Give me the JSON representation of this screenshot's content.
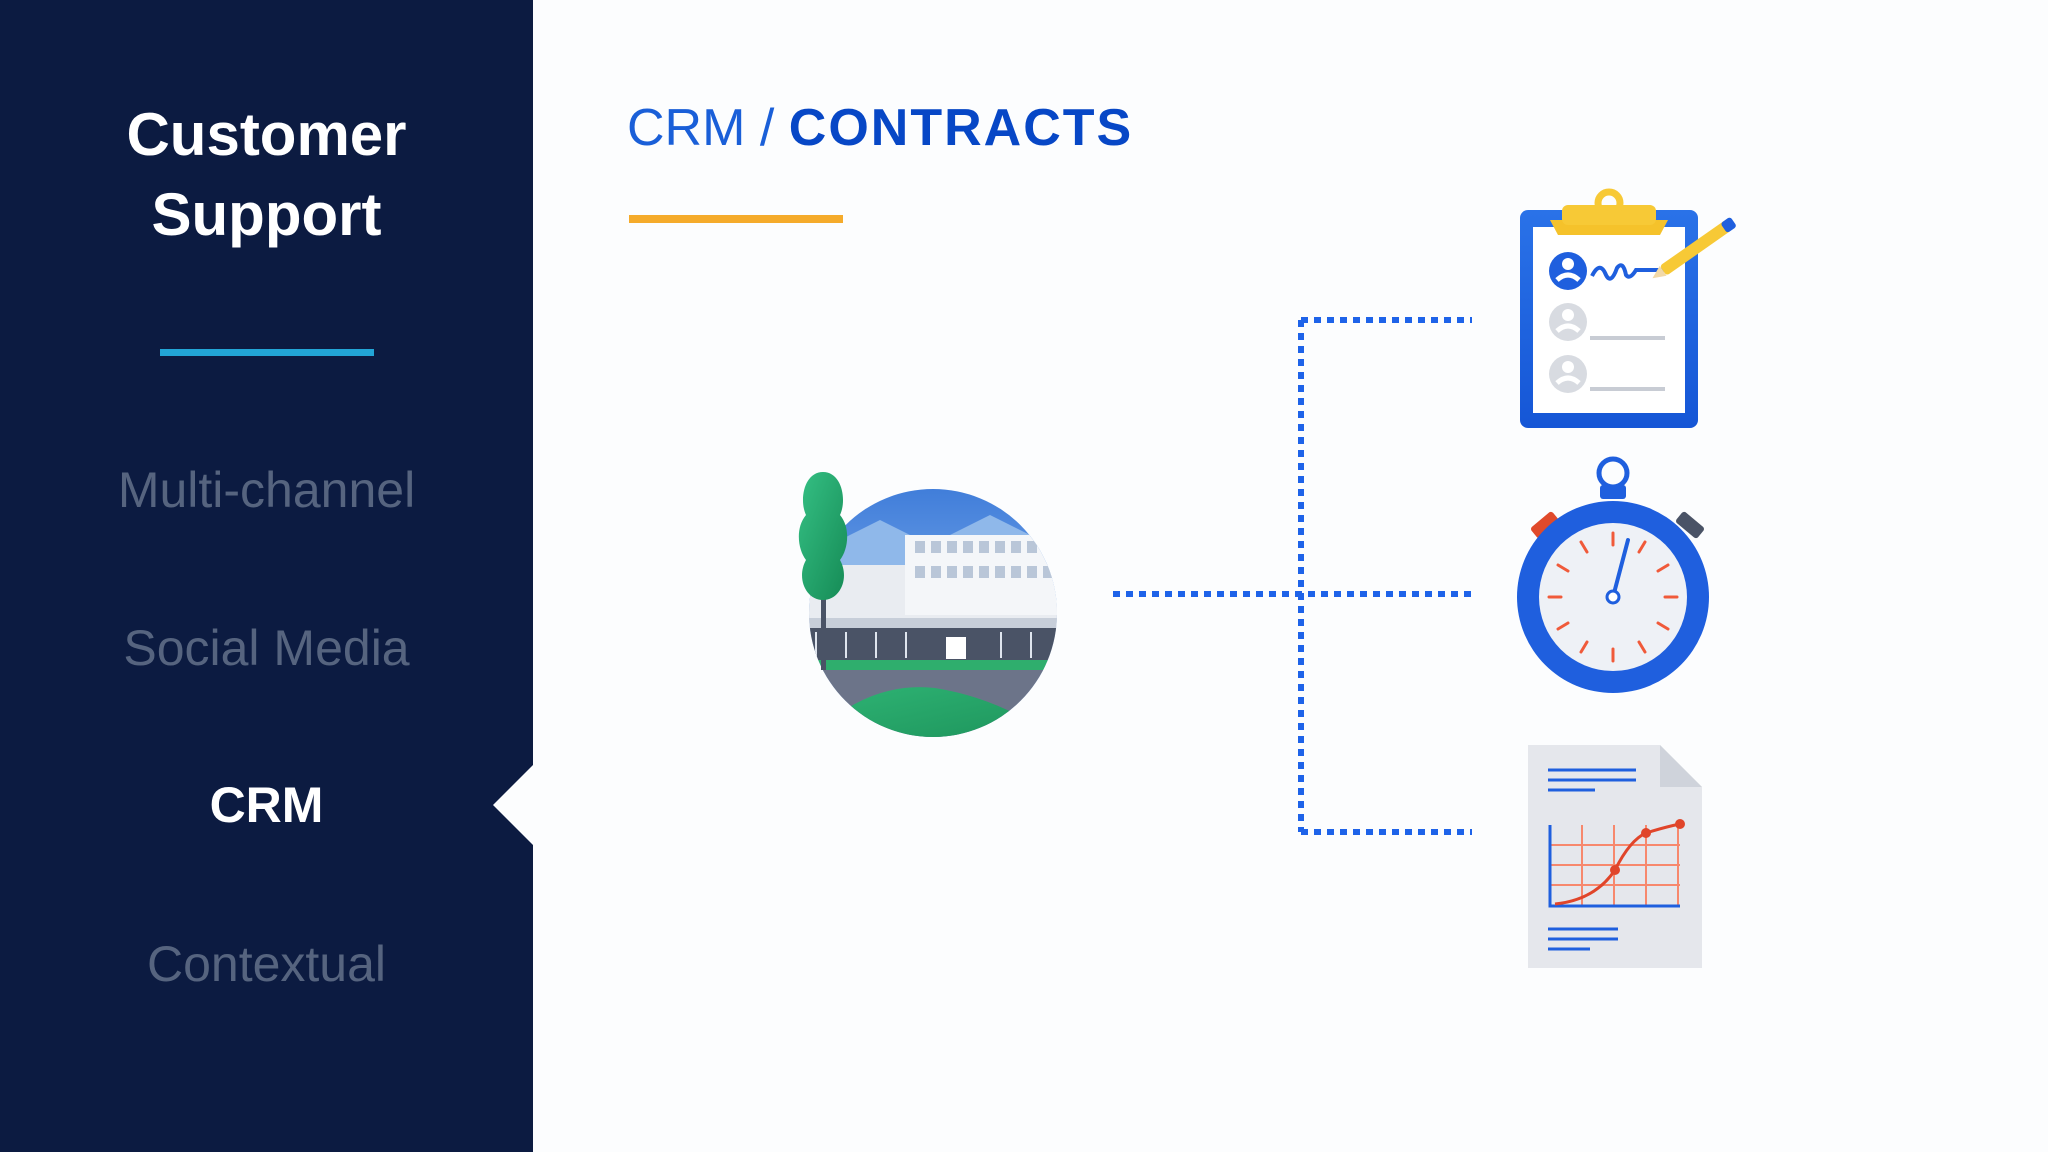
{
  "sidebar": {
    "title_line1": "Customer",
    "title_line2": "Support",
    "items": [
      {
        "label": "Multi-channel",
        "active": false
      },
      {
        "label": "Social Media",
        "active": false
      },
      {
        "label": "CRM",
        "active": true
      },
      {
        "label": "Contextual",
        "active": false
      }
    ]
  },
  "main": {
    "heading_prefix": "CRM / ",
    "heading_strong": "CONTRACTS"
  },
  "diagram": {
    "source_icon": "office-building-icon",
    "targets": [
      "signed-clipboard-icon",
      "stopwatch-icon",
      "chart-document-icon"
    ]
  },
  "colors": {
    "sidebar_bg": "#0c1b41",
    "sidebar_accent": "#22a5d6",
    "heading_accent": "#f5ab2b",
    "brand_blue": "#0747c6",
    "connector_blue": "#1e63e9"
  }
}
